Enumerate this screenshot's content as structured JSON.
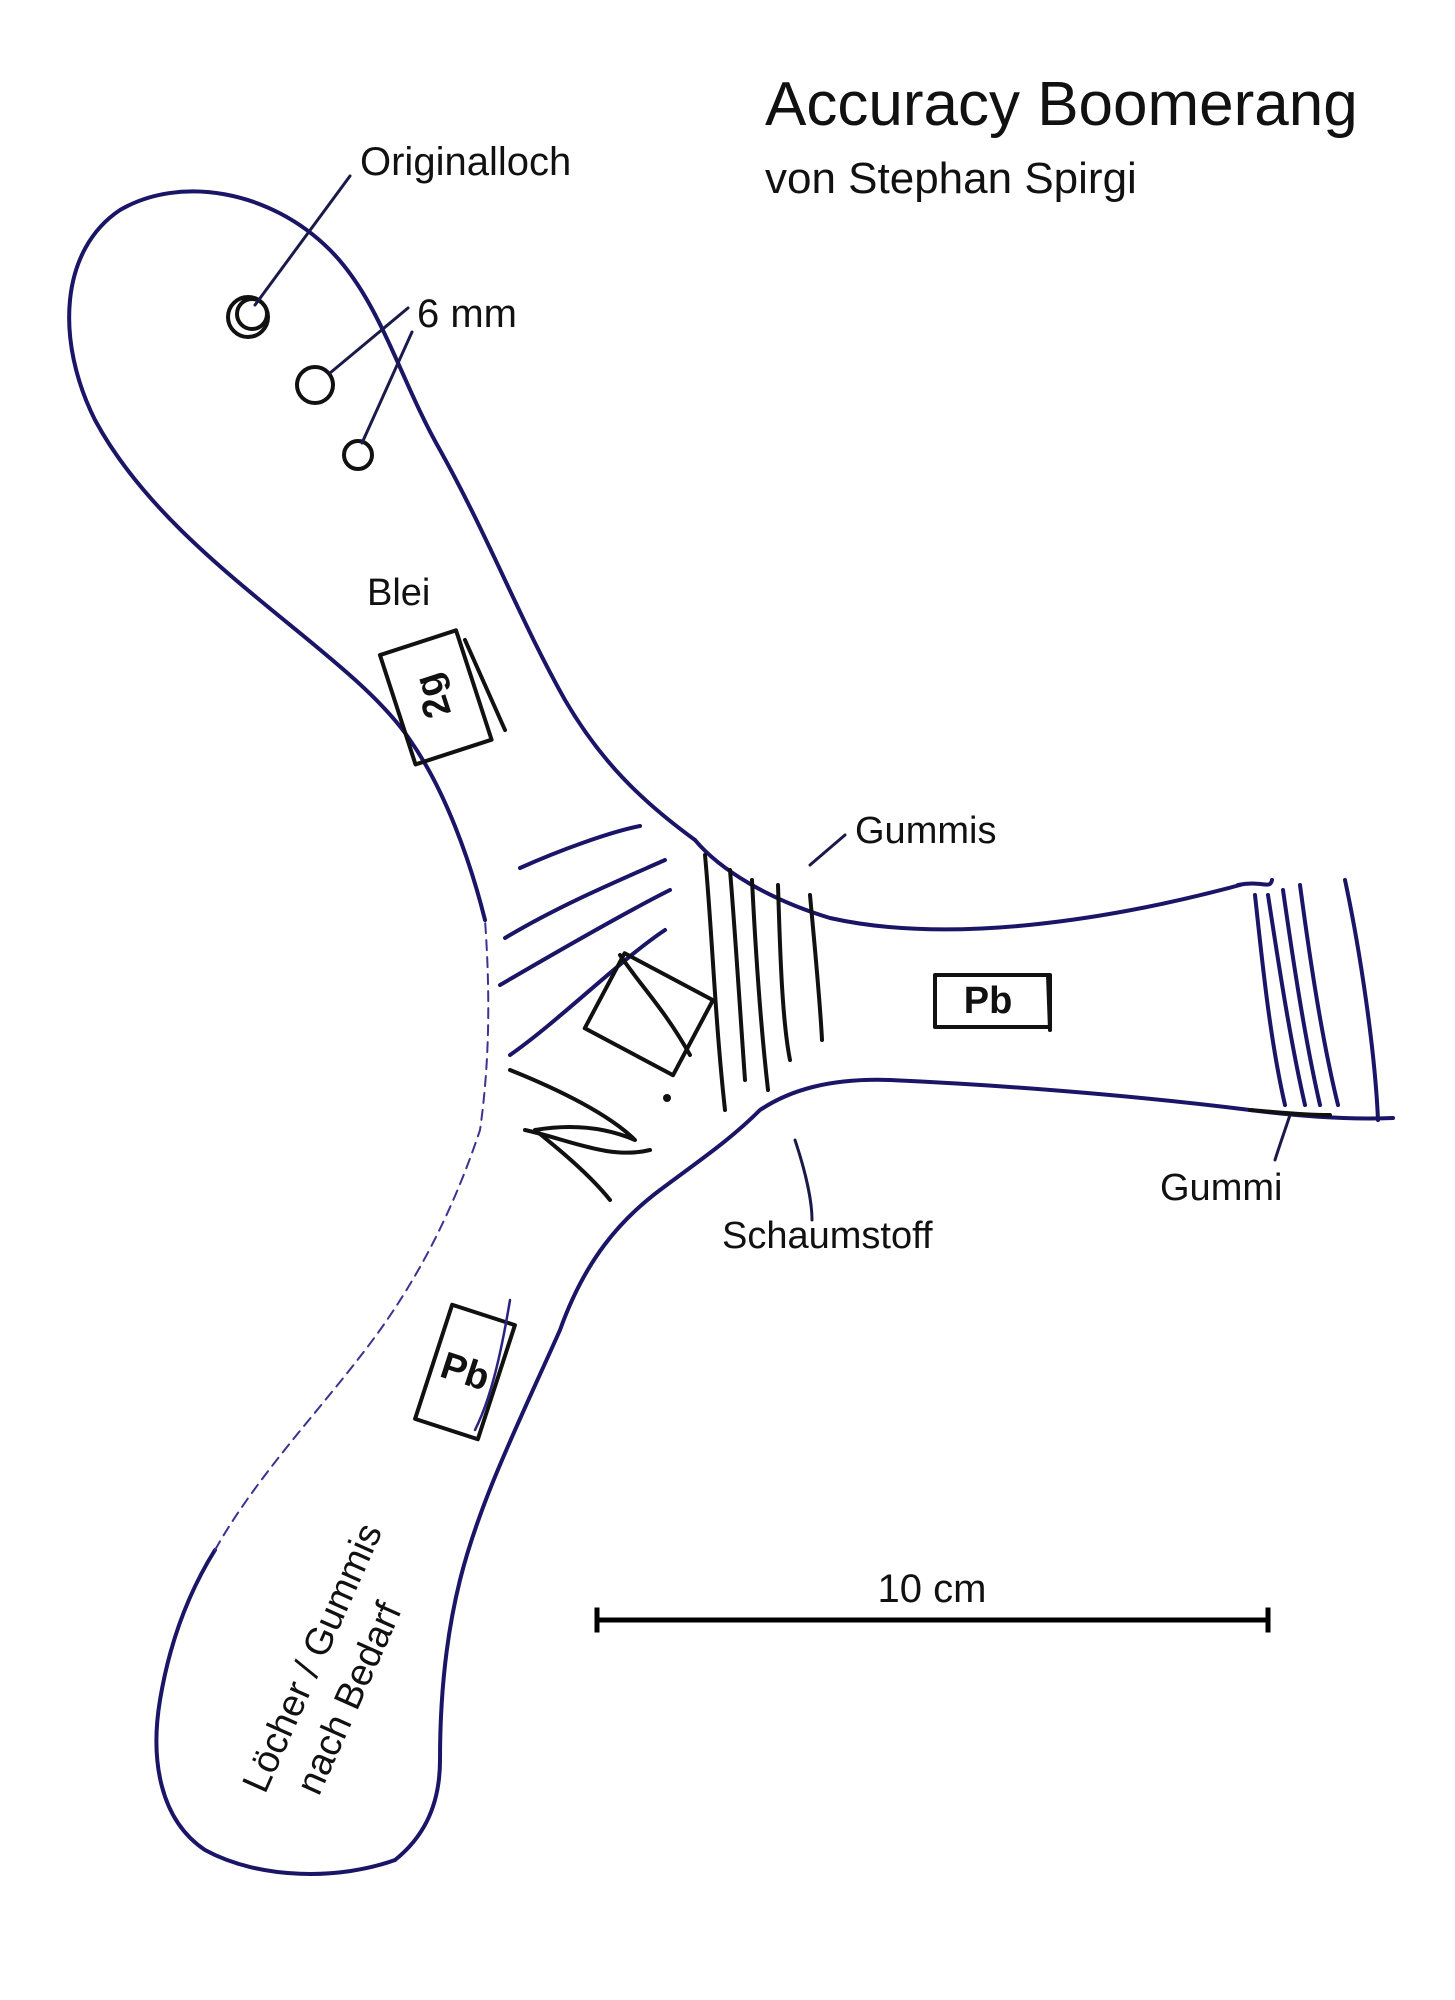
{
  "title": "Accuracy Boomerang",
  "subtitle": "von Stephan Spirgi",
  "labels": {
    "original_hole": "Originalloch",
    "hole_size": "6 mm",
    "lead": "Blei",
    "rubber_bands": "Gummis",
    "rubber_band": "Gummi",
    "foam": "Schaumstoff",
    "holes_line1": "Löcher / Gummis",
    "holes_line2": "nach Bedarf"
  },
  "weights": {
    "top_arm": "2g",
    "right_arm": "Pb",
    "bottom_arm": "Pb"
  },
  "scale": {
    "label": "10 cm"
  },
  "colors": {
    "ink": "#1a1566",
    "text": "#111111",
    "background": "#ffffff"
  }
}
